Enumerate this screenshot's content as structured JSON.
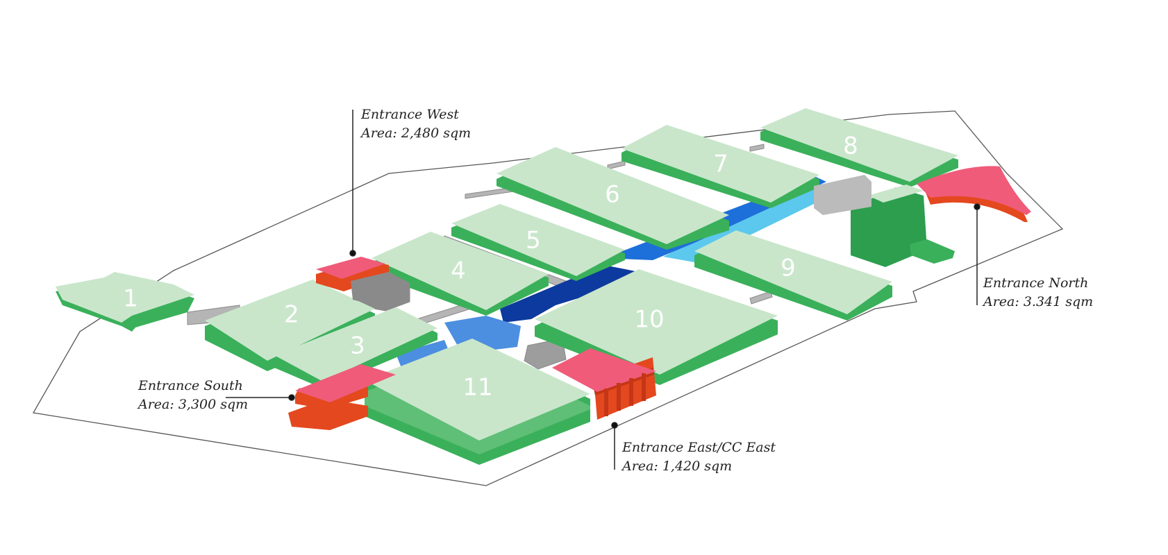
{
  "halls": [
    {
      "number": "1"
    },
    {
      "number": "2"
    },
    {
      "number": "3"
    },
    {
      "number": "4"
    },
    {
      "number": "5"
    },
    {
      "number": "6"
    },
    {
      "number": "7"
    },
    {
      "number": "8"
    },
    {
      "number": "9"
    },
    {
      "number": "10"
    },
    {
      "number": "11"
    }
  ],
  "entrances": {
    "west": {
      "name": "Entrance West",
      "area": "Area: 2,480 sqm"
    },
    "south": {
      "name": "Entrance South",
      "area": "Area: 3,300 sqm"
    },
    "east": {
      "name": "Entrance East/CC East",
      "area": "Area: 1,420 sqm"
    },
    "north": {
      "name": "Entrance North",
      "area": "Area: 3.341 sqm"
    }
  },
  "colors": {
    "hall_top": "#c9e6cb",
    "hall_side": "#3ab05a",
    "hall_edge": "#22a04a",
    "entrance": "#ef5b79",
    "entrance_side": "#e4481e",
    "corridor_dark": "#0d3a9e",
    "corridor_mid": "#1d6fd9",
    "corridor_light": "#5cc8ee",
    "connector": "#a8a8a8",
    "outline": "#555555"
  }
}
